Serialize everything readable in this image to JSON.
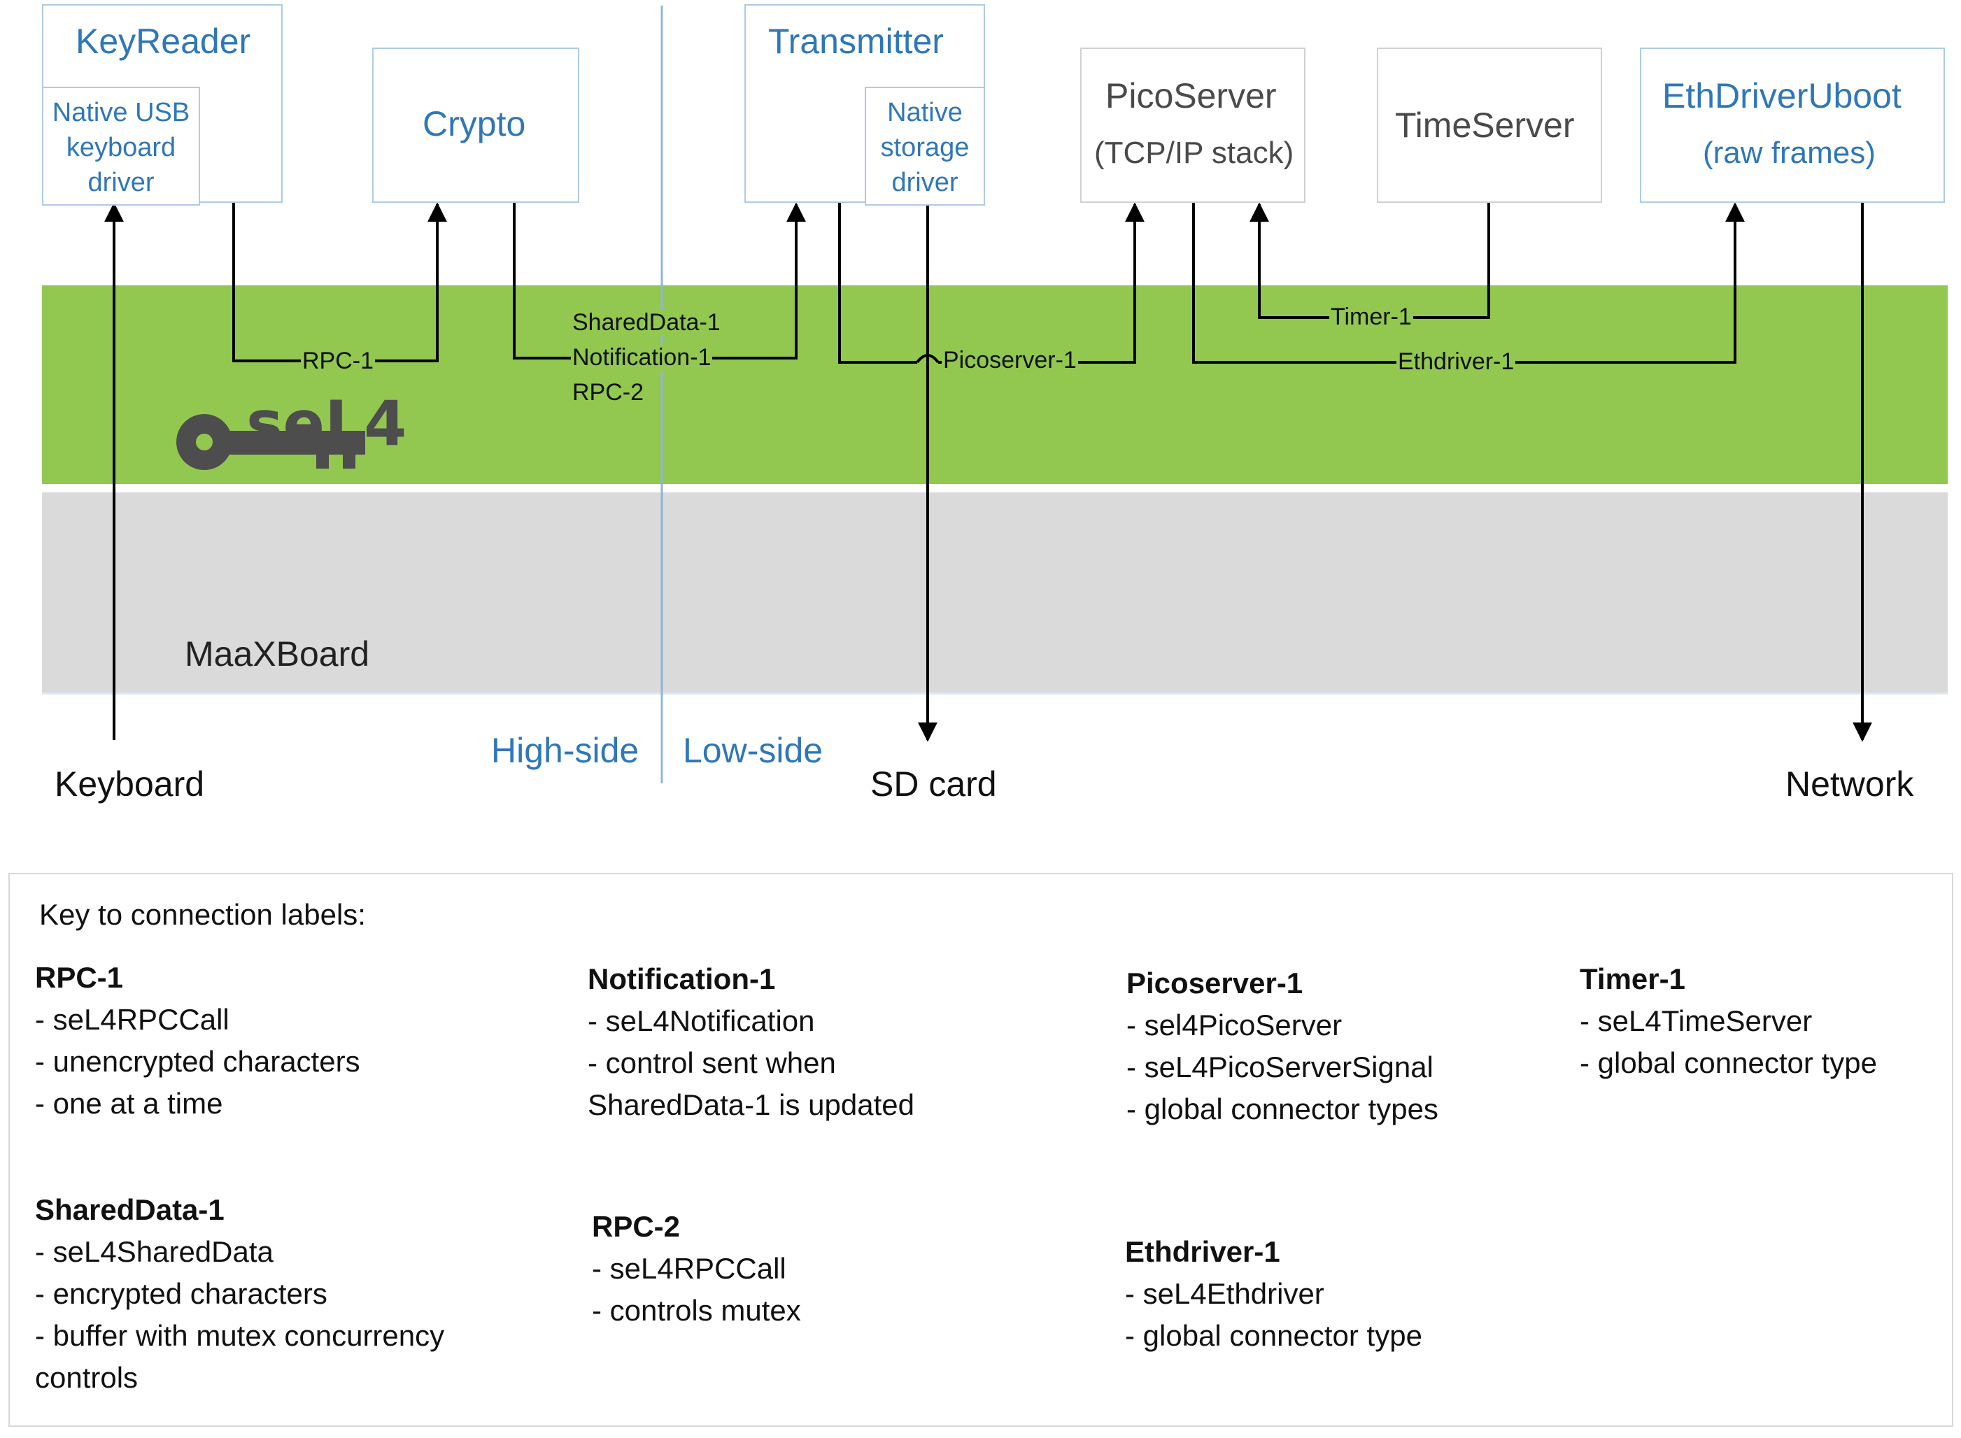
{
  "components": {
    "keyreader": {
      "title": "KeyReader",
      "inner": "Native USB keyboard driver"
    },
    "crypto": {
      "title": "Crypto"
    },
    "transmitter": {
      "title": "Transmitter",
      "inner": "Native storage driver"
    },
    "picoserver": {
      "title": "PicoServer",
      "sub": "(TCP/IP stack)"
    },
    "timeserver": {
      "title": "TimeServer"
    },
    "ethdriver": {
      "title": "EthDriverUboot",
      "sub": "(raw frames)"
    }
  },
  "connections": {
    "rpc1": "RPC-1",
    "shared_data": "SharedData-1",
    "notification": "Notification-1",
    "rpc2": "RPC-2",
    "picoserver": "Picoserver-1",
    "timer": "Timer-1",
    "ethdriver": "Ethdriver-1"
  },
  "layers": {
    "kernel_logo": "seL4",
    "board": "MaaXBoard"
  },
  "sides": {
    "high": "High-side",
    "low": "Low-side"
  },
  "devices": {
    "keyboard": "Keyboard",
    "sdcard": "SD card",
    "network": "Network"
  },
  "key": {
    "heading": "Key to connection labels:",
    "entries": [
      {
        "title": "RPC-1",
        "lines": [
          "- seL4RPCCall",
          "- unencrypted characters",
          "- one at a time"
        ]
      },
      {
        "title": "Notification-1",
        "lines": [
          "- seL4Notification",
          "- control sent when",
          "SharedData-1 is updated"
        ]
      },
      {
        "title": "Picoserver-1",
        "lines": [
          "- sel4PicoServer",
          "- seL4PicoServerSignal",
          "- global connector types"
        ]
      },
      {
        "title": "Timer-1",
        "lines": [
          "- seL4TimeServer",
          "- global connector type"
        ]
      },
      {
        "title": "SharedData-1",
        "lines": [
          "- seL4SharedData",
          "- encrypted characters",
          "- buffer with mutex concurrency",
          "controls"
        ]
      },
      {
        "title": "RPC-2",
        "lines": [
          "- seL4RPCCall",
          "- controls mutex"
        ]
      },
      {
        "title": "Ethdriver-1",
        "lines": [
          "- seL4Ethdriver",
          "- global connector type"
        ]
      }
    ]
  },
  "colors": {
    "kernel_band": "#92c84f",
    "board_band": "#dadada",
    "component_text": "#2f77b8",
    "side_text": "#2f77b8"
  }
}
